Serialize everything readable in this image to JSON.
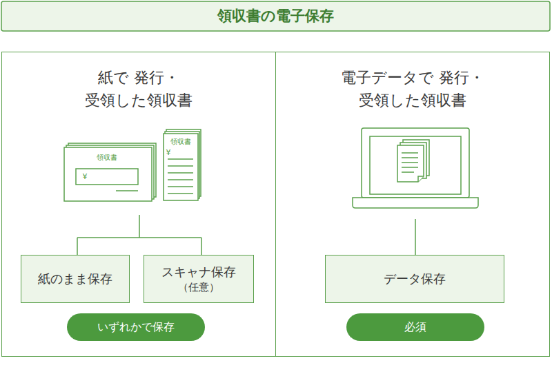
{
  "diagram": {
    "title": "領収書の電子保存",
    "nodes": [
      {
        "text": [
          "紙で 発行・受領した領収書"
        ]
      },
      {
        "text": [
          "紙のまま保存"
        ],
        "in": 0
      },
      {
        "text": [
          "スキャナ保存",
          "（任意）"
        ],
        "in": 0
      },
      {
        "text": [
          "いずれかで保存"
        ],
        "in": 0
      },
      {
        "text": [
          "電子データで 発行・受領した領収書"
        ]
      },
      {
        "text": [
          "データ保存"
        ],
        "in": 4
      },
      {
        "text": [
          "必須"
        ],
        "in": 4
      }
    ],
    "labels": [
      "領収書",
      "¥",
      "領収書",
      "¥"
    ]
  }
}
